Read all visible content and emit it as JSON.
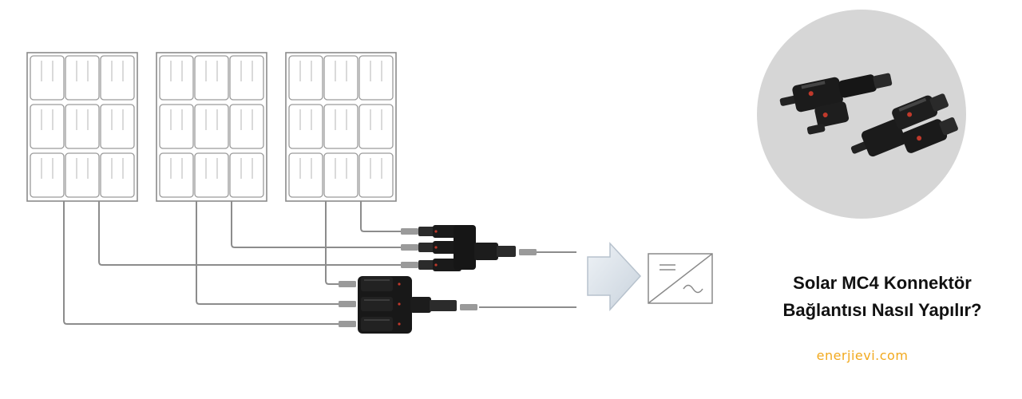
{
  "heading": {
    "line1": "Solar MC4 Konnektör",
    "line2": "Bağlantısı Nasıl Yapılır?"
  },
  "website": "enerjievi.com",
  "icons": [
    "solar-panel-icon",
    "mc4-branch-connector-icon",
    "arrow-right-icon",
    "inverter-icon"
  ],
  "colors": {
    "panel_stroke": "#8a8a8a",
    "wire": "#8c8c8c",
    "connector": "#1a1a1a",
    "plug": "#9a9a9a",
    "arrow": "#d9e2ec",
    "circle_bg": "#d6d6d6",
    "website": "#f2a91e",
    "heading": "#111111"
  }
}
